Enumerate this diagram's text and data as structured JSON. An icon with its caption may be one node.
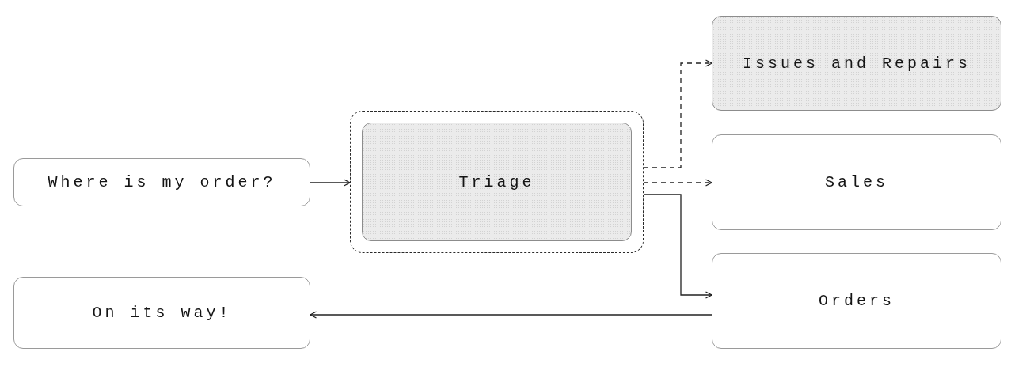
{
  "diagram": {
    "nodes": [
      {
        "text": [
          "Where is my order?"
        ]
      },
      {
        "text": [],
        "shape": "box"
      },
      {
        "text": [
          "Triage"
        ],
        "in": 1
      },
      {
        "text": [
          "Issues and Repairs"
        ]
      },
      {
        "text": [
          "Sales"
        ]
      },
      {
        "text": [
          "Orders"
        ]
      },
      {
        "text": [
          "On its way!"
        ]
      }
    ],
    "edges": [
      {
        "from": 0,
        "to": 1,
        "arrow": "to"
      },
      {
        "from": 1,
        "to": 3,
        "arrow": "to",
        "style": "dashed"
      },
      {
        "from": 1,
        "to": 4,
        "arrow": "to",
        "style": "dashed"
      },
      {
        "from": 1,
        "to": 5,
        "arrow": "to"
      },
      {
        "from": 5,
        "to": 6,
        "arrow": "to"
      }
    ]
  }
}
